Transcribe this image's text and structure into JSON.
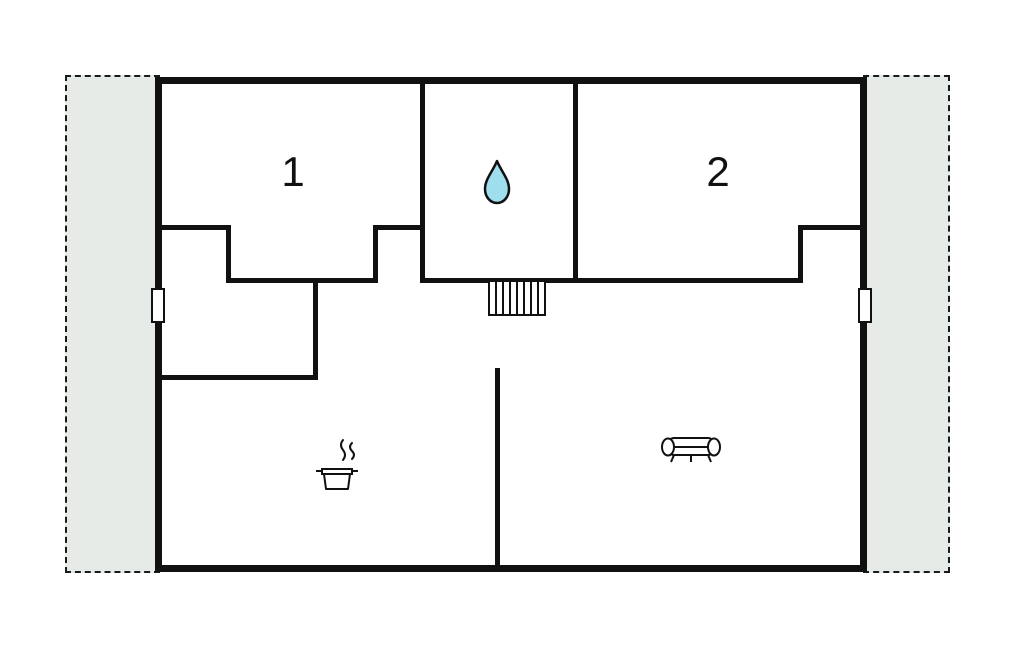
{
  "plan": {
    "type": "floor-plan",
    "rooms": [
      {
        "label": "1"
      },
      {
        "label": "2"
      }
    ],
    "icons": [
      {
        "name": "water-drop-icon"
      },
      {
        "name": "stairs-icon"
      },
      {
        "name": "pot-icon"
      },
      {
        "name": "sofa-icon"
      }
    ],
    "colors": {
      "wall": "#111111",
      "terrace_fill": "#e7ebe8",
      "water_drop": "#9fdeed",
      "background": "#ffffff"
    }
  }
}
